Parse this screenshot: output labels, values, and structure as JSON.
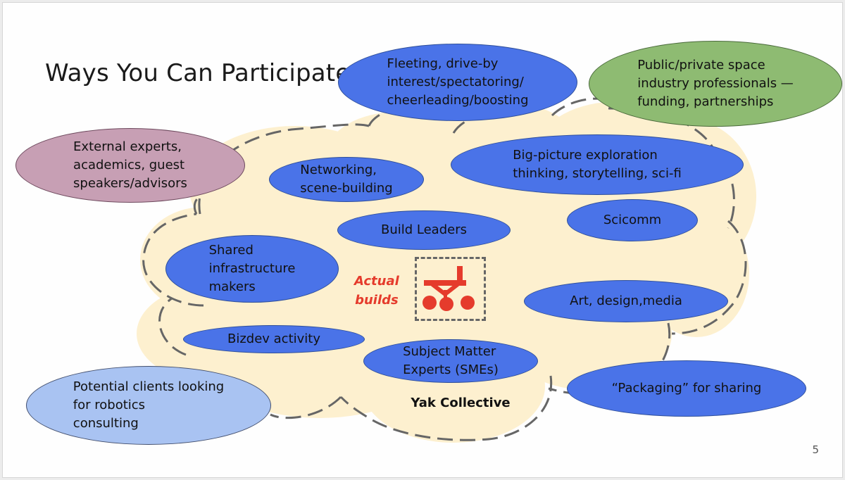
{
  "slide": {
    "title": "Ways You Can Participate",
    "page_number": "5",
    "center": {
      "actual_builds": "Actual\nbuilds",
      "collective_label": "Yak Collective",
      "logo_icon": "robot-cart-icon"
    },
    "ellipses": [
      {
        "id": "fleeting",
        "text": "Fleeting, drive-by\ninterest/spectatoring/\ncheerleading/boosting",
        "color": "#4a73e8"
      },
      {
        "id": "public-private",
        "text": "Public/private space\nindustry professionals —\nfunding, partnerships",
        "color": "#8ebb72"
      },
      {
        "id": "external-experts",
        "text": "External experts,\nacademics, guest\nspeakers/advisors",
        "color": "#c79fb4"
      },
      {
        "id": "networking",
        "text": "Networking,\nscene-building",
        "color": "#4a73e8"
      },
      {
        "id": "big-picture",
        "text": "Big-picture exploration\nthinking, storytelling, sci-fi",
        "color": "#4a73e8"
      },
      {
        "id": "build-leaders",
        "text": "Build Leaders",
        "color": "#4a73e8"
      },
      {
        "id": "scicomm",
        "text": "Scicomm",
        "color": "#4a73e8"
      },
      {
        "id": "shared-infra",
        "text": "Shared\ninfrastructure\nmakers",
        "color": "#4a73e8"
      },
      {
        "id": "art-design",
        "text": "Art, design,media",
        "color": "#4a73e8"
      },
      {
        "id": "bizdev",
        "text": "Bizdev activity",
        "color": "#4a73e8"
      },
      {
        "id": "sme",
        "text": "Subject Matter\nExperts (SMEs)",
        "color": "#4a73e8"
      },
      {
        "id": "potential-clients",
        "text": "Potential clients looking\nfor robotics\nconsulting",
        "color": "#a9c3f2"
      },
      {
        "id": "packaging",
        "text": "“Packaging” for sharing",
        "color": "#4a73e8"
      }
    ],
    "colors": {
      "cloud_fill": "#fdf0cf",
      "cloud_outline": "#666666",
      "accent_red": "#e53b2c"
    }
  }
}
